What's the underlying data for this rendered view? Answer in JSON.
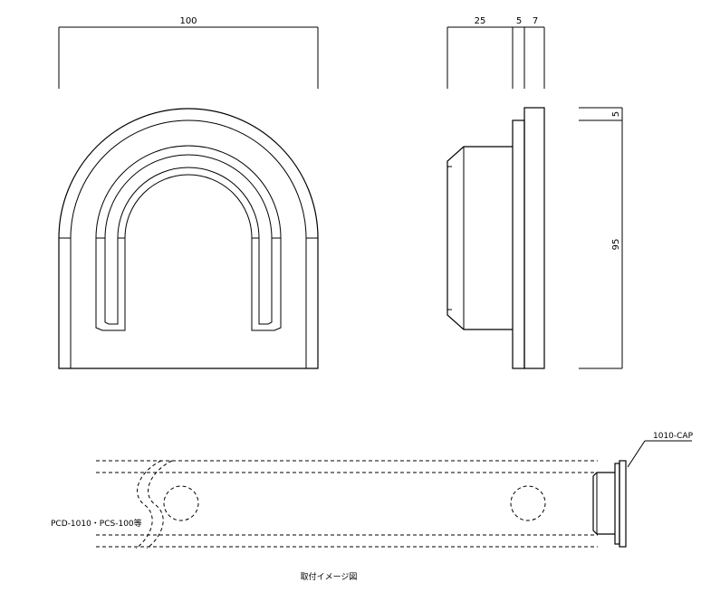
{
  "dimensions": {
    "width_100": "100",
    "depth_25": "25",
    "depth_5": "5",
    "depth_7": "7",
    "height_5": "5",
    "height_95": "95"
  },
  "callouts": {
    "cap_label": "1010-CAP",
    "rail_label": "PCD-1010・PCS-100等"
  },
  "caption": "取付イメージ図"
}
